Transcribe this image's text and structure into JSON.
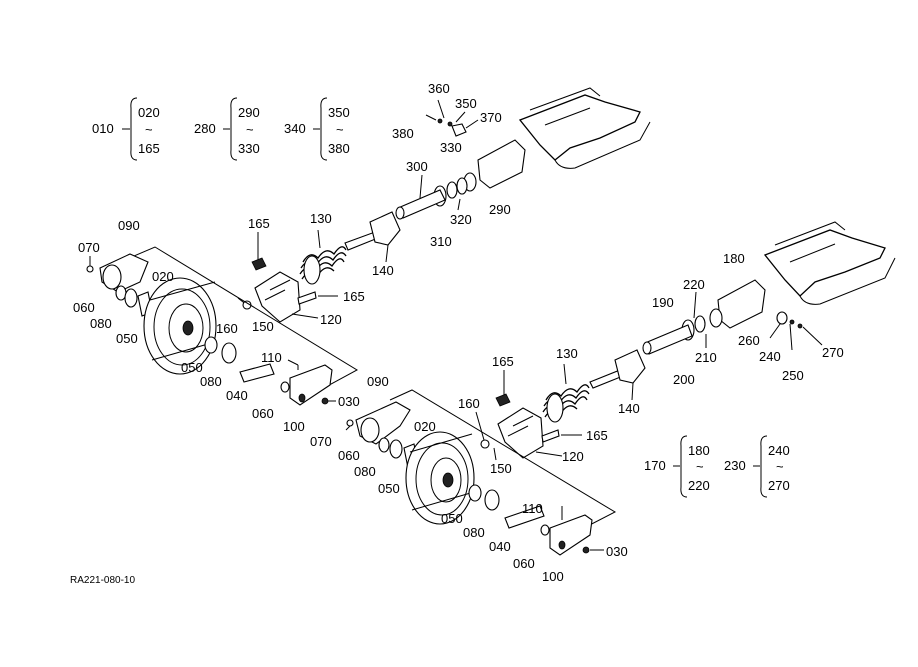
{
  "drawing_code": "RA221-080-10",
  "ranges": [
    {
      "ref": "010",
      "from": "020",
      "to": "165",
      "tilde": "~"
    },
    {
      "ref": "280",
      "from": "290",
      "to": "330",
      "tilde": "~"
    },
    {
      "ref": "340",
      "from": "350",
      "to": "380",
      "tilde": "~"
    },
    {
      "ref": "170",
      "from": "180",
      "to": "220",
      "tilde": "~"
    },
    {
      "ref": "230",
      "from": "240",
      "to": "270",
      "tilde": "~"
    }
  ],
  "left_assembly": {
    "labels": {
      "p090": "090",
      "p070": "070",
      "p020": "020",
      "p060a": "060",
      "p080a": "080",
      "p050a": "050",
      "p165a": "165",
      "p130": "130",
      "p300": "300",
      "p310": "310",
      "p320": "320",
      "p290": "290",
      "p380": "380",
      "p360": "360",
      "p350": "350",
      "p370": "370",
      "p330": "330",
      "p140": "140",
      "p165b": "165",
      "p120": "120",
      "p160": "160",
      "p150": "150",
      "p110": "110",
      "p050b": "050",
      "p080b": "080",
      "p040": "040",
      "p060b": "060",
      "p100": "100",
      "p030": "030"
    }
  },
  "right_assembly": {
    "labels": {
      "p090": "090",
      "p070": "070",
      "p060a": "060",
      "p080a": "080",
      "p050a": "050",
      "p020": "020",
      "p160": "160",
      "p150": "150",
      "p165a": "165",
      "p130": "130",
      "p140": "140",
      "p165b": "165",
      "p120": "120",
      "p190": "190",
      "p220": "220",
      "p180": "180",
      "p260": "260",
      "p240": "240",
      "p250": "250",
      "p270": "270",
      "p210": "210",
      "p200": "200",
      "p110": "110",
      "p050b": "050",
      "p080b": "080",
      "p040": "040",
      "p060b": "060",
      "p100": "100",
      "p030": "030"
    }
  }
}
